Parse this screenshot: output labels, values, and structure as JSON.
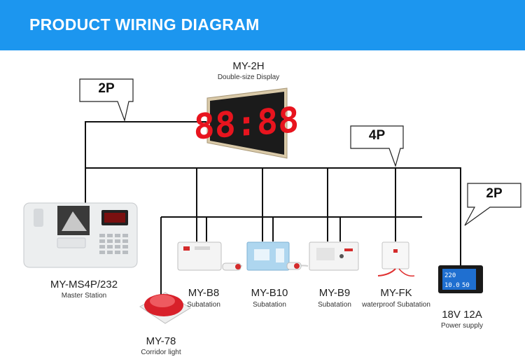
{
  "header": {
    "title": "PRODUCT WIRING DIAGRAM"
  },
  "callouts": [
    {
      "id": "2p-top",
      "text": "2P"
    },
    {
      "id": "4p",
      "text": "4P"
    },
    {
      "id": "2p-right",
      "text": "2P"
    }
  ],
  "display": {
    "model": "MY-2H",
    "description": "Double-size Display",
    "digits": "88:88"
  },
  "devices": {
    "master": {
      "model": "MY-MS4P/232",
      "description": "Master Station"
    },
    "b8": {
      "model": "MY-B8",
      "description": "Subatation"
    },
    "b10": {
      "model": "MY-B10",
      "description": "Subatation"
    },
    "b9": {
      "model": "MY-B9",
      "description": "Subatation"
    },
    "fk": {
      "model": "MY-FK",
      "description": "waterproof Subatation"
    },
    "light": {
      "model": "MY-78",
      "description": "Corridor light"
    },
    "power": {
      "model": "18V  12A",
      "description": "Power supply"
    }
  },
  "colors": {
    "banner": "#1c96ef",
    "wire": "#111111",
    "display_digit": "#e8141e",
    "light": "#d8202a"
  }
}
